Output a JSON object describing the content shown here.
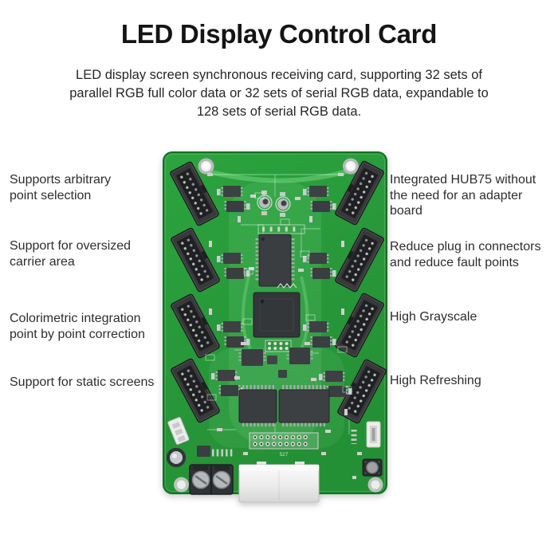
{
  "header": {
    "title": "LED Display Control Card",
    "subtitle": "LED display screen synchronous receiving card, supporting 32 sets of\nparallel RGB full color data or 32 sets of serial RGB data, expandable to\n128 sets of serial RGB data."
  },
  "features": {
    "left": [
      "Supports arbitrary\npoint selection",
      "Support for oversized\ncarrier area",
      "Colorimetric integration\npoint by point correction",
      "Support for static screens"
    ],
    "right": [
      "Integrated HUB75 without\nthe need for an adapter\nboard",
      "Reduce plug in connectors\nand reduce fault points",
      "High Grayscale",
      "High Refreshing"
    ]
  },
  "board": {
    "silkscreen_label": "527",
    "colors": {
      "pcb_green": "#2aa03d",
      "chip_dark": "#35393c",
      "connector_dark": "#39393b",
      "text_dark": "#2d2d2d"
    }
  }
}
